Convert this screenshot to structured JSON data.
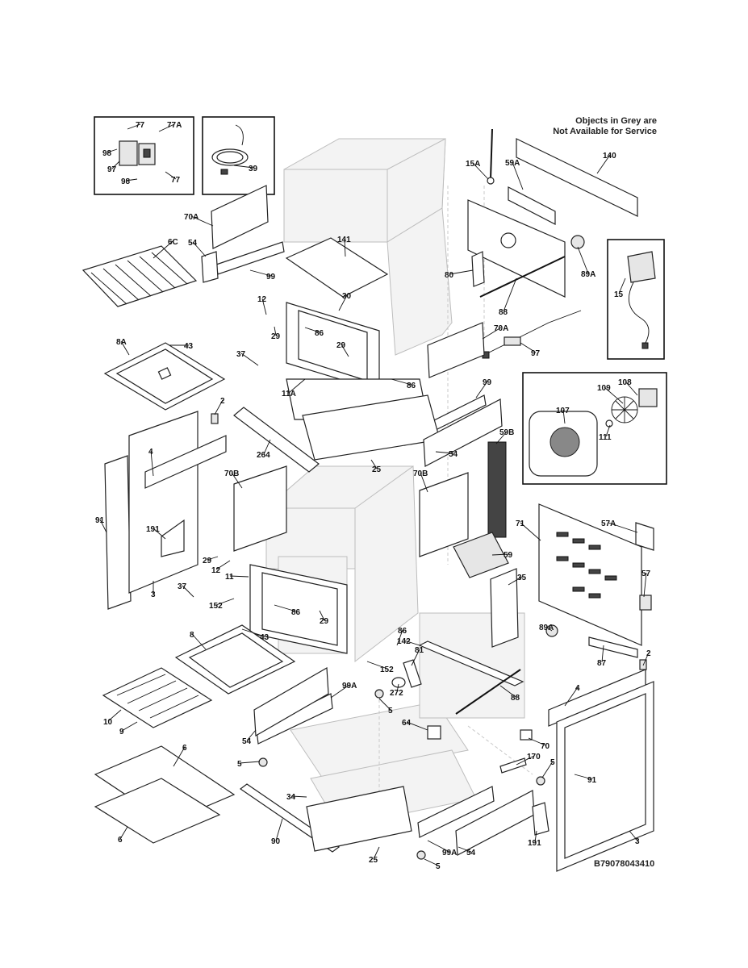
{
  "note_lines": [
    "Objects in Grey are",
    "Not Available for Service"
  ],
  "document_number": "B79078043410",
  "labels": [
    "77",
    "77A",
    "98",
    "97",
    "98",
    "77",
    "39",
    "15A",
    "59A",
    "140",
    "70A",
    "141",
    "6C",
    "54",
    "99",
    "80",
    "89A",
    "15",
    "88",
    "12",
    "30",
    "29",
    "86",
    "8A",
    "43",
    "70A",
    "29",
    "37",
    "86",
    "97",
    "11A",
    "99",
    "2",
    "108",
    "109",
    "107",
    "111",
    "264",
    "4",
    "54",
    "25",
    "59B",
    "70B",
    "70B",
    "91",
    "191",
    "71",
    "57A",
    "29",
    "12",
    "11",
    "59",
    "35",
    "57",
    "37",
    "152",
    "86",
    "3",
    "86",
    "29",
    "8",
    "43",
    "142",
    "81",
    "89A",
    "87",
    "2",
    "10",
    "99A",
    "152",
    "272",
    "88",
    "9",
    "5",
    "64",
    "4",
    "54",
    "70",
    "6",
    "5",
    "170",
    "5",
    "91",
    "34",
    "90",
    "99A",
    "54",
    "191",
    "6",
    "25",
    "5",
    "3"
  ]
}
